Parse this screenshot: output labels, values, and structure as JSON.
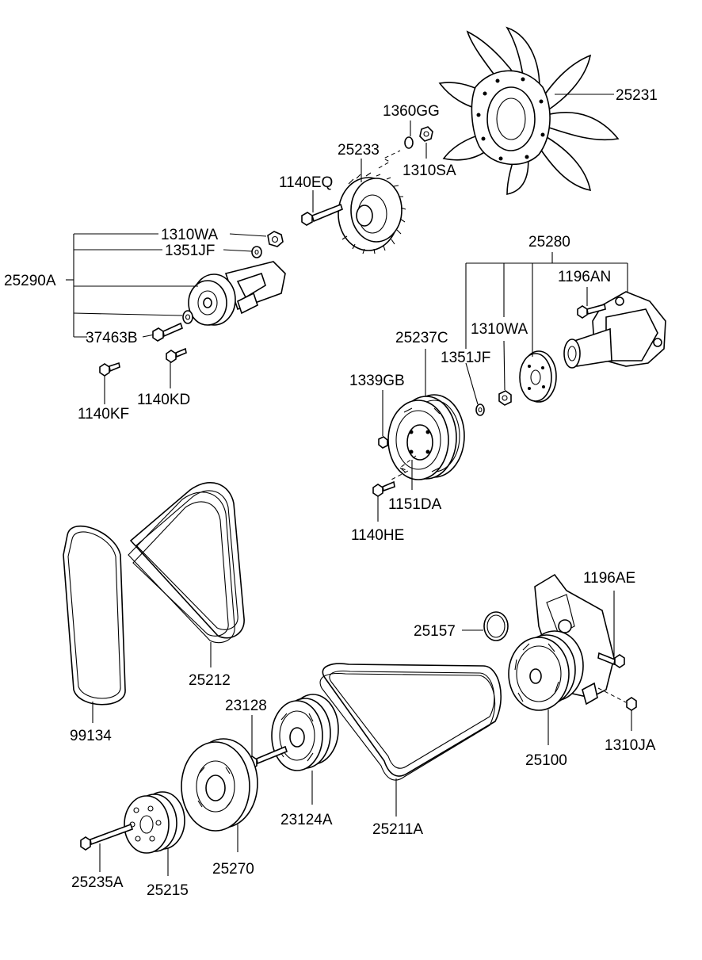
{
  "labels": {
    "p25231": "25231",
    "p1360GG": "1360GG",
    "p25233": "25233",
    "p1310SA": "1310SA",
    "p1140EQ": "1140EQ",
    "p1310WA_top": "1310WA",
    "p1351JF_top": "1351JF",
    "p25290A": "25290A",
    "p37463B": "37463B",
    "p1140KF": "1140KF",
    "p1140KD": "1140KD",
    "p25280": "25280",
    "p1196AN": "1196AN",
    "p1310WA_mid": "1310WA",
    "p25237C": "25237C",
    "p1351JF_mid": "1351JF",
    "p1339GB": "1339GB",
    "p1151DA": "1151DA",
    "p1140HE": "1140HE",
    "p1196AE": "1196AE",
    "p25157": "25157",
    "p25212": "25212",
    "p99134": "99134",
    "p25100": "25100",
    "p1310JA": "1310JA",
    "p23128": "23128",
    "p23124A": "23124A",
    "p25211A": "25211A",
    "p25270": "25270",
    "p25235A": "25235A",
    "p25215": "25215"
  }
}
